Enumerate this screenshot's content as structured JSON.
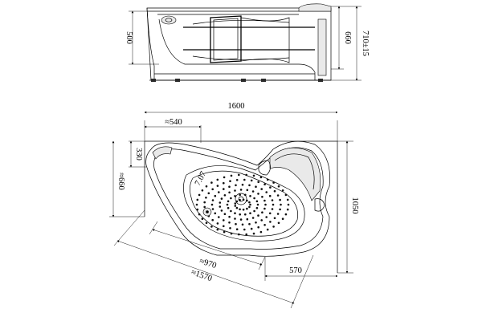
{
  "drawing": {
    "side_view": {
      "height_label": "500",
      "total_height_label": "660",
      "height_with_legs_label": "710±15"
    },
    "top_view": {
      "length_label": "1600",
      "width_label": "1050",
      "top_offset_label": "≈540",
      "left_offset_label": "330",
      "left_height_label": "≈660",
      "inner_length_label": "≈970",
      "diagonal_length_label": "≈1570",
      "bottom_offset_label": "570",
      "drain_label": "7.07"
    }
  }
}
